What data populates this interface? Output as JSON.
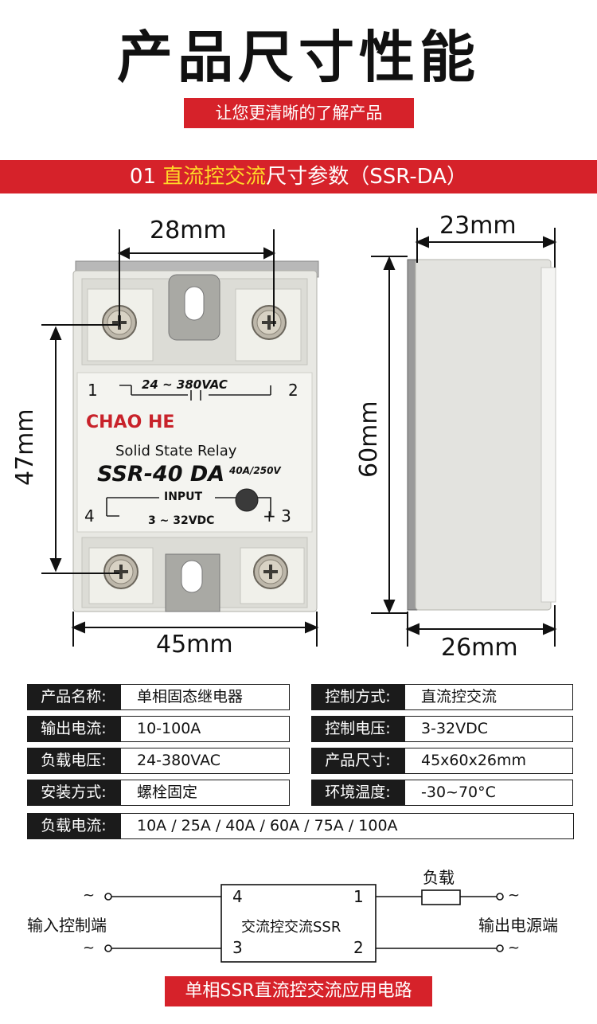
{
  "header": {
    "title": "产品尺寸性能",
    "subtitle": "让您更清晰的了解产品"
  },
  "section": {
    "prefix": "01 ",
    "highlight": "直流控交流",
    "suffix": "尺寸参数（SSR-DA）"
  },
  "dimensions": {
    "top_width": "28mm",
    "full_width": "45mm",
    "screw_height": "47mm",
    "total_height": "60mm",
    "side_depth_top": "23mm",
    "side_depth_bottom": "26mm"
  },
  "relay_label": {
    "terminal_1": "1",
    "terminal_2": "2",
    "terminal_3": "+ 3",
    "terminal_4": "4",
    "ac_range": "24 ~ 380VAC",
    "brand": "CHAO HE",
    "type_line": "Solid State Relay",
    "model": "SSR-40 DA",
    "rating": "40A/250V",
    "input_label": "INPUT",
    "dc_range": "3 ~ 32VDC",
    "colors": {
      "brand_red": "#c8222a",
      "body": "#e9e9e4",
      "label_bg": "#f4f4f0"
    }
  },
  "specs": {
    "left": [
      {
        "label": "产品名称:",
        "value": "单相固态继电器"
      },
      {
        "label": "输出电流:",
        "value": "10-100A"
      },
      {
        "label": "负载电压:",
        "value": "24-380VAC"
      },
      {
        "label": "安装方式:",
        "value": "螺栓固定"
      }
    ],
    "right": [
      {
        "label": "控制方式:",
        "value": "直流控交流"
      },
      {
        "label": "控制电压:",
        "value": "3-32VDC"
      },
      {
        "label": "产品尺寸:",
        "value": "45x60x26mm"
      },
      {
        "label": "环境温度:",
        "value": "-30~70°C"
      }
    ],
    "full": {
      "label": "负载电流:",
      "value": "10A / 25A  / 40A  / 60A / 75A / 100A"
    }
  },
  "circuit": {
    "load_label": "负载",
    "input_label": "输入控制端",
    "output_label": "输出电源端",
    "box_label": "交流控交流SSR",
    "pin_4": "4",
    "pin_3": "3",
    "pin_1": "1",
    "pin_2": "2",
    "tilde": "~",
    "caption": "单相SSR直流控交流应用电路"
  },
  "accent_color": "#d6222a"
}
